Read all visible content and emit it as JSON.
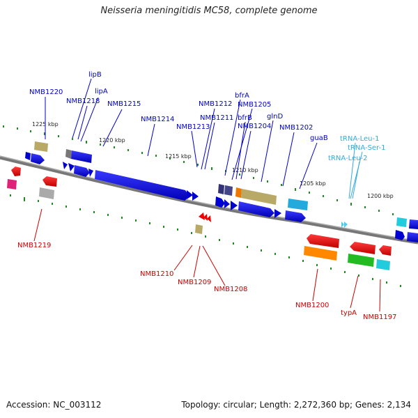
{
  "title": "Neisseria meningitidis MC58, complete genome",
  "footer": {
    "accession": "Accession: NC_003112",
    "summary": "Topology: circular; Length: 2,272,360 bp; Genes: 2,134"
  },
  "ruler_labels": [
    "1225 kbp",
    "1220 kbp",
    "1215 kbp",
    "1210 kbp",
    "1205 kbp",
    "1200 kbp"
  ],
  "forward_genes": [
    "NMB1220",
    "NMB1218",
    "lipB",
    "lipA",
    "NMB1215",
    "NMB1214",
    "NMB1213",
    "NMB1212",
    "NMB1211",
    "bfrA",
    "NMB1205",
    "bfrB",
    "NMB1204",
    "glnD",
    "NMB1202",
    "guaB"
  ],
  "rna_genes": [
    "tRNA-Leu-1",
    "tRNA-Ser-1",
    "tRNA-Leu-2"
  ],
  "reverse_genes": [
    "NMB1219",
    "NMB1210",
    "NMB1209",
    "NMB1208",
    "NMB1200",
    "typA",
    "NMB1197"
  ],
  "colors": {
    "forward_label": "#0000cc",
    "reverse_label": "#cc0000",
    "rna_label": "#33aadd",
    "backbone": "#777777",
    "tick": "#228822"
  }
}
